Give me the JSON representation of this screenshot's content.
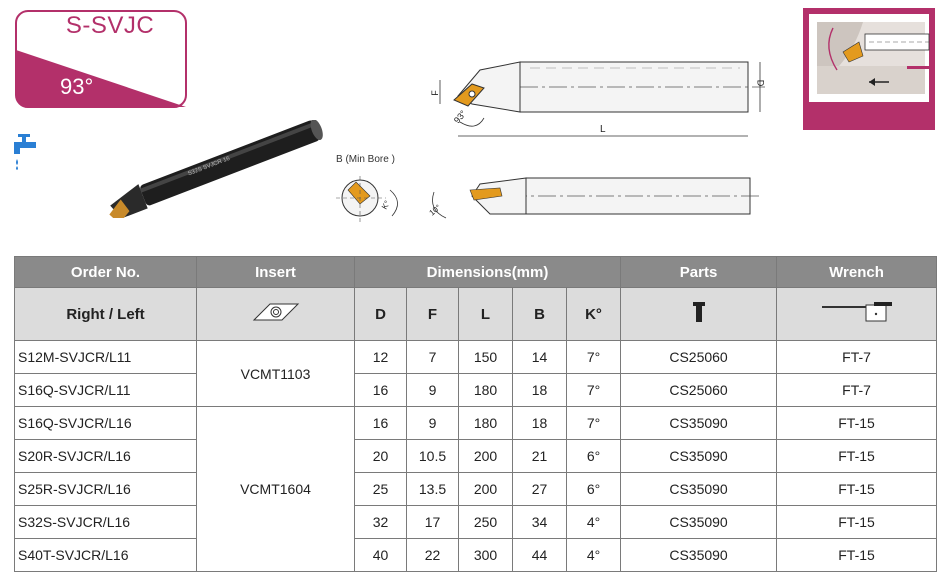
{
  "badge": {
    "title": "S-SVJC",
    "angle": "93°"
  },
  "colors": {
    "accent": "#b3306a",
    "header_dark": "#8a8a8a",
    "header_light": "#dcdcdc"
  },
  "drawing": {
    "dim_L": "L",
    "dim_D": "D",
    "dim_F": "F",
    "angle_top": "93°",
    "min_bore": "B (Min Bore )",
    "kappa": "K°",
    "relief": "10°"
  },
  "table": {
    "headers": {
      "order_no": "Order No.",
      "insert": "Insert",
      "dimensions": "Dimensions(mm)",
      "parts": "Parts",
      "wrench": "Wrench"
    },
    "subheaders": {
      "right_left": "Right / Left",
      "D": "D",
      "F": "F",
      "L": "L",
      "B": "B",
      "K": "K°"
    },
    "icons": {
      "insert": "rhombic-insert-icon",
      "parts": "screw-icon",
      "wrench": "torx-wrench-icon"
    },
    "rows": [
      {
        "order": "S12M-SVJCR/L11",
        "D": "12",
        "F": "7",
        "L": "150",
        "B": "14",
        "K": "7°",
        "parts": "CS25060",
        "wrench": "FT-7"
      },
      {
        "order": "S16Q-SVJCR/L11",
        "D": "16",
        "F": "9",
        "L": "180",
        "B": "18",
        "K": "7°",
        "parts": "CS25060",
        "wrench": "FT-7"
      },
      {
        "order": "S16Q-SVJCR/L16",
        "D": "16",
        "F": "9",
        "L": "180",
        "B": "18",
        "K": "7°",
        "parts": "CS35090",
        "wrench": "FT-15"
      },
      {
        "order": "S20R-SVJCR/L16",
        "D": "20",
        "F": "10.5",
        "L": "200",
        "B": "21",
        "K": "6°",
        "parts": "CS35090",
        "wrench": "FT-15"
      },
      {
        "order": "S25R-SVJCR/L16",
        "D": "25",
        "F": "13.5",
        "L": "200",
        "B": "27",
        "K": "6°",
        "parts": "CS35090",
        "wrench": "FT-15"
      },
      {
        "order": "S32S-SVJCR/L16",
        "D": "32",
        "F": "17",
        "L": "250",
        "B": "34",
        "K": "4°",
        "parts": "CS35090",
        "wrench": "FT-15"
      },
      {
        "order": "S40T-SVJCR/L16",
        "D": "40",
        "F": "22",
        "L": "300",
        "B": "44",
        "K": "4°",
        "parts": "CS35090",
        "wrench": "FT-15"
      }
    ],
    "insert_groups": [
      {
        "label": "VCMT1103"
      },
      {
        "label": "VCMT1604"
      }
    ]
  }
}
